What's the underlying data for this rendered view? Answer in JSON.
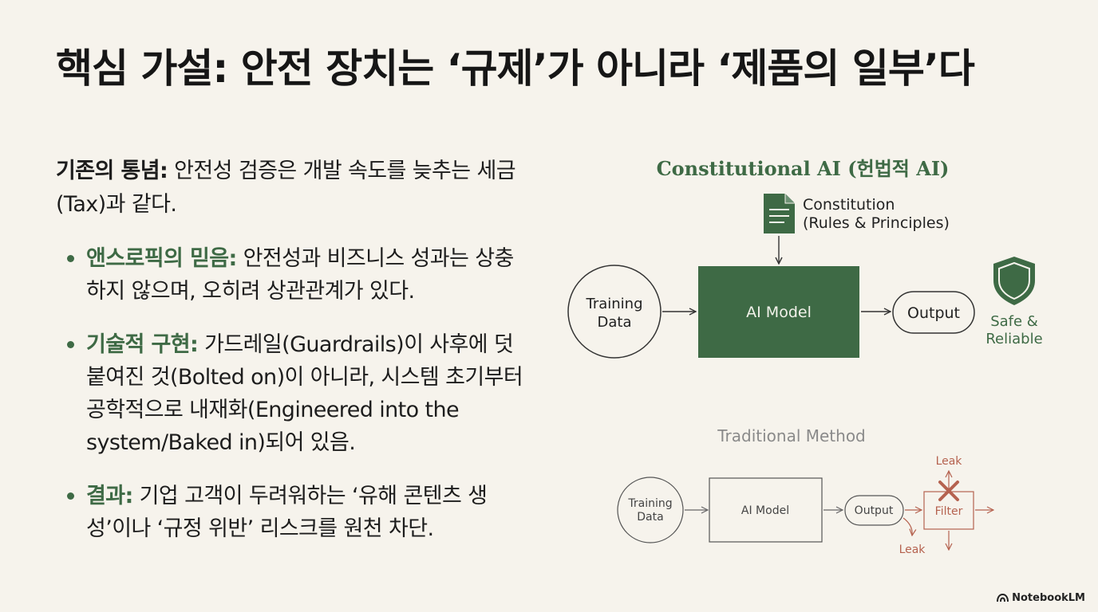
{
  "title": "핵심 가설: 안전 장치는 ‘규제’가 아니라 ‘제품의 일부’다",
  "lead": {
    "label": "기존의 통념:",
    "text": " 안전성 검증은 개발 속도를 늦추는 세금(Tax)과 같다."
  },
  "bullets": [
    {
      "keyword": "앤스로픽의 믿음:",
      "text": " 안전성과 비즈니스 성과는 상충하지 않으며, 오히려 상관관계가 있다."
    },
    {
      "keyword": "기술적 구현:",
      "text": " 가드레일(Guardrails)이 사후에 덧붙여진 것(Bolted on)이 아니라, 시스템 초기부터 공학적으로 내재화(Engineered into the system/Baked in)되어 있음."
    },
    {
      "keyword": "결과:",
      "text": " 기업 고객이 두려워하는 ‘유해 콘텐츠 생성’이나 ‘규정 위반’ 리스크를 원천 차단."
    }
  ],
  "constitutional": {
    "heading": "Constitutional AI (헌법적 AI)",
    "doc_line1": "Constitution",
    "doc_line2": "(Rules & Principles)",
    "input_line1": "Training",
    "input_line2": "Data",
    "model": "AI Model",
    "output": "Output",
    "safe_line1": "Safe &",
    "safe_line2": "Reliable",
    "doc_icon": "document-icon",
    "safe_icon": "shield-icon"
  },
  "traditional": {
    "heading": "Traditional Method",
    "input_line1": "Training",
    "input_line2": "Data",
    "model": "AI Model",
    "output": "Output",
    "filter": "Filter",
    "leak_top": "Leak",
    "leak_bottom": "Leak",
    "block_icon": "x-mark-icon"
  },
  "colors": {
    "accent_green": "#3e6a45",
    "leak_red": "#b5624f",
    "muted_gray": "#8a8a8a"
  },
  "brand": "NotebookLM"
}
